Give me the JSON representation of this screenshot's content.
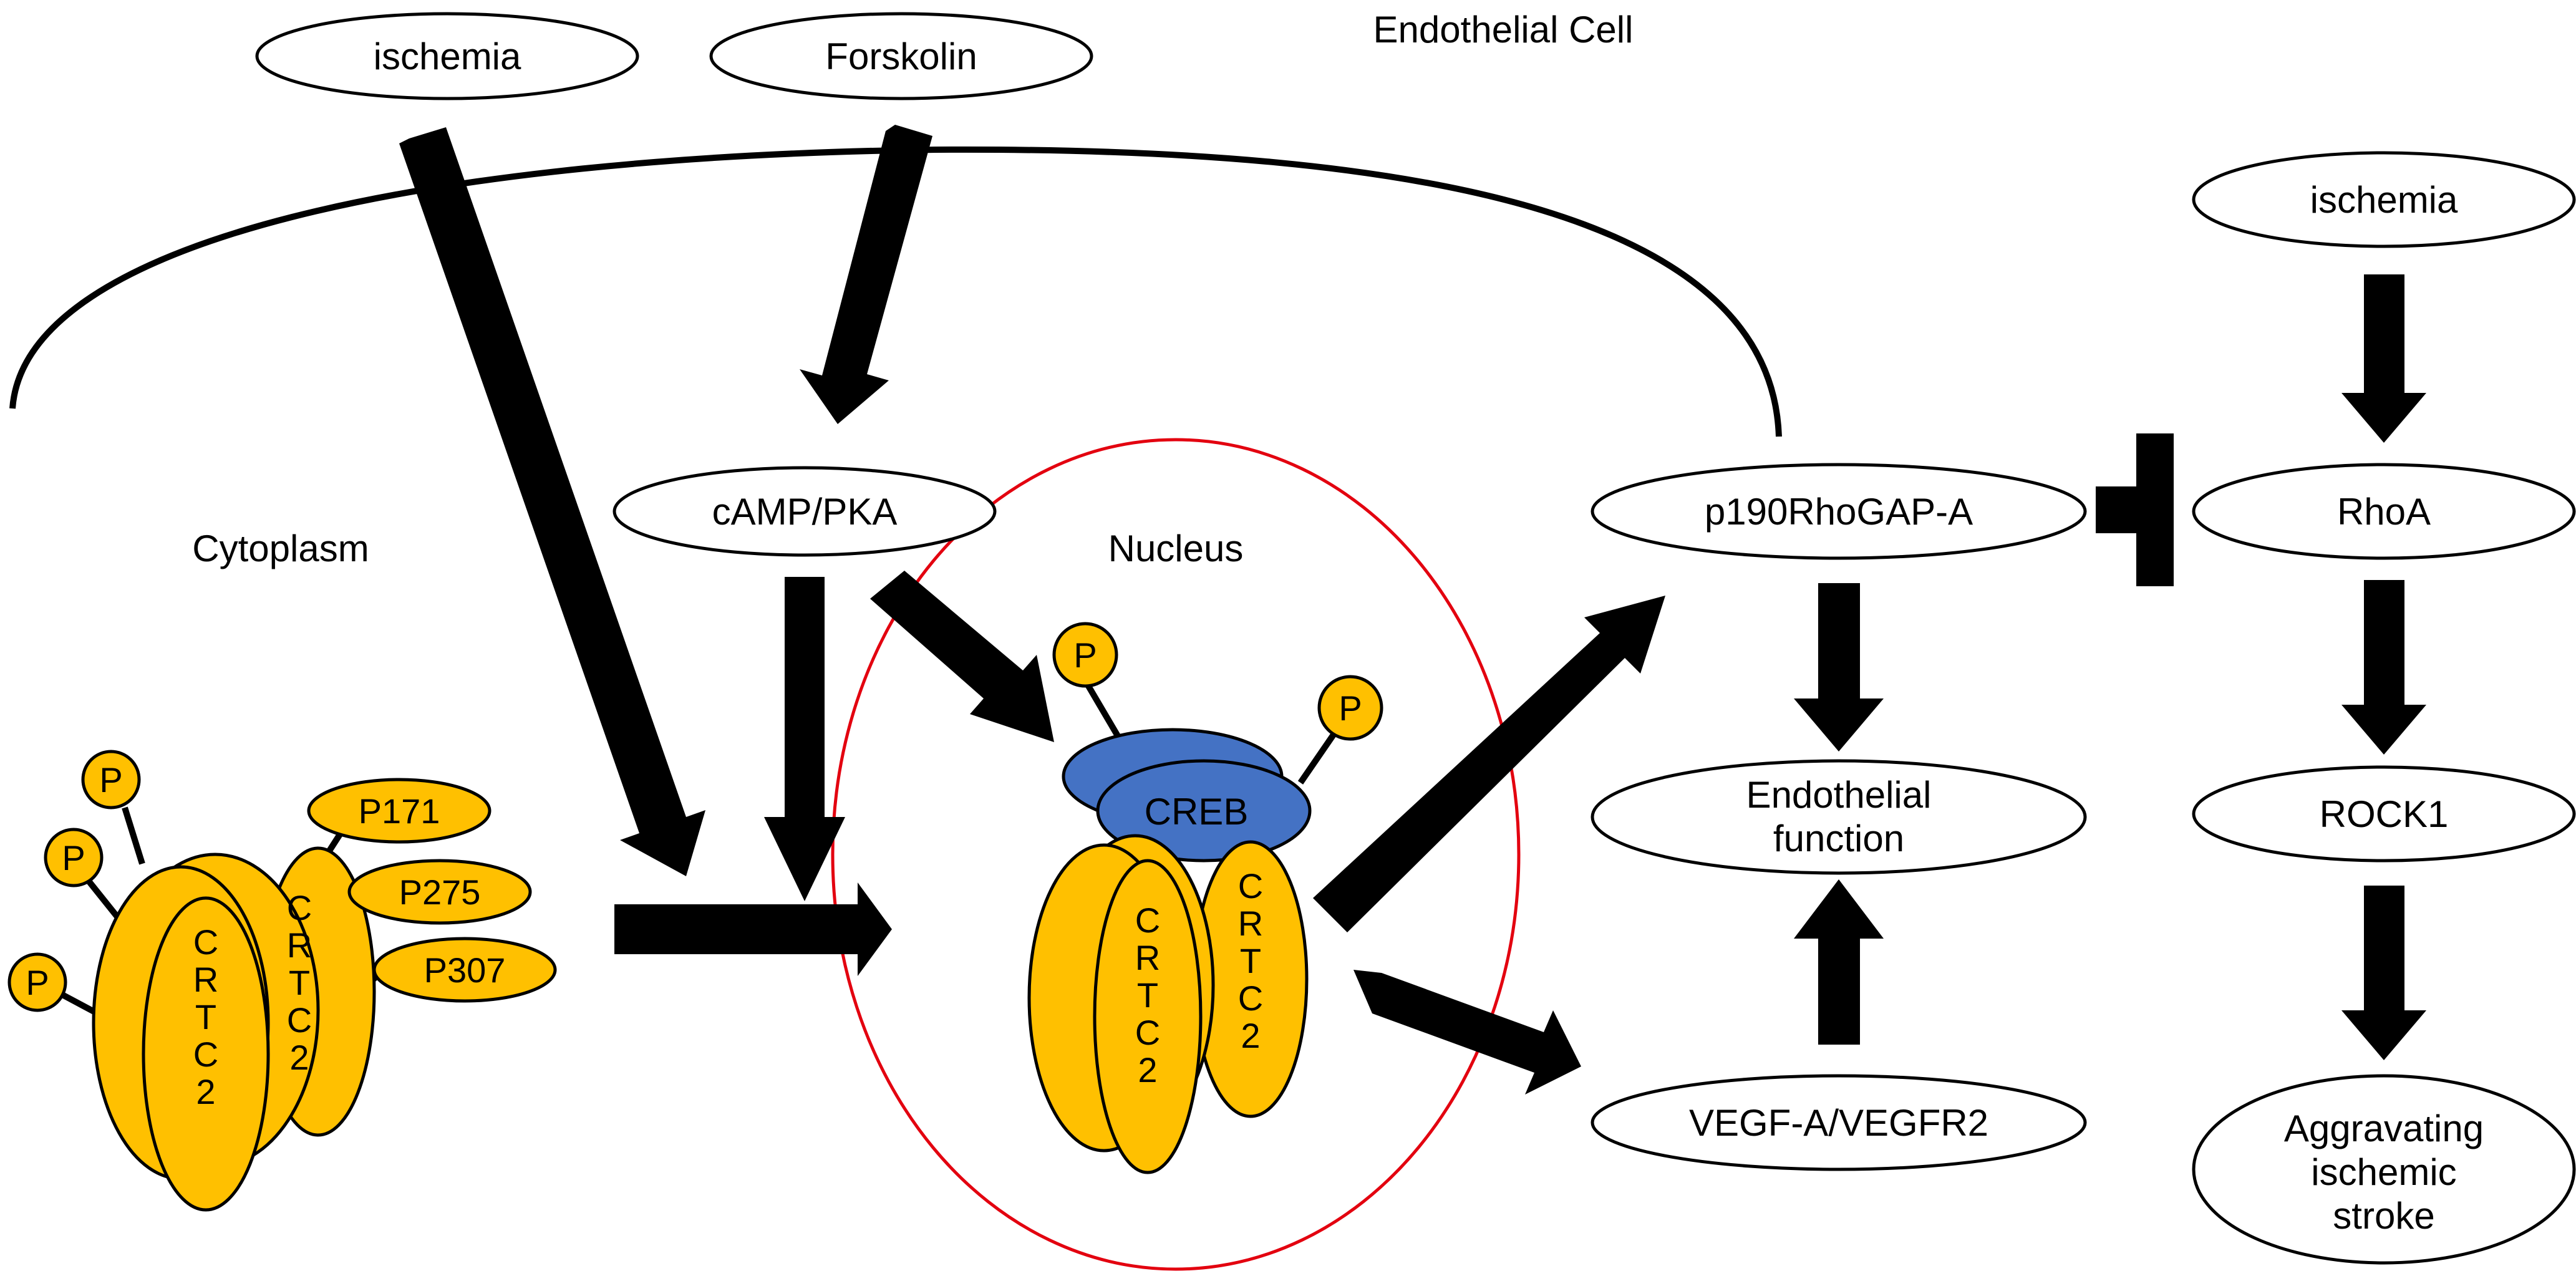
{
  "title": "Endothelial Cell",
  "compartments": {
    "cytoplasm": "Cytoplasm",
    "nucleus": "Nucleus"
  },
  "nodes": {
    "ischemia_top": "ischemia",
    "forskolin": "Forskolin",
    "camp_pka": "cAMP/PKA",
    "p190": "p190RhoGAP-A",
    "endothelial_function_line1": "Endothelial",
    "endothelial_function_line2": "function",
    "vegf": "VEGF-A/VEGFR2",
    "ischemia_right": "ischemia",
    "rhoa": "RhoA",
    "rock1": "ROCK1",
    "stroke_line1": "Aggravating",
    "stroke_line2": "ischemic",
    "stroke_line3": "stroke",
    "creb": "CREB"
  },
  "phospho": {
    "p": "P",
    "p171": "P171",
    "p275": "P275",
    "p307": "P307"
  },
  "crtc_letters": [
    "C",
    "R",
    "T",
    "C",
    "2"
  ],
  "colors": {
    "crtc": "#FFC000",
    "creb": "#4472C4",
    "nucleus_border": "#E3000F"
  }
}
